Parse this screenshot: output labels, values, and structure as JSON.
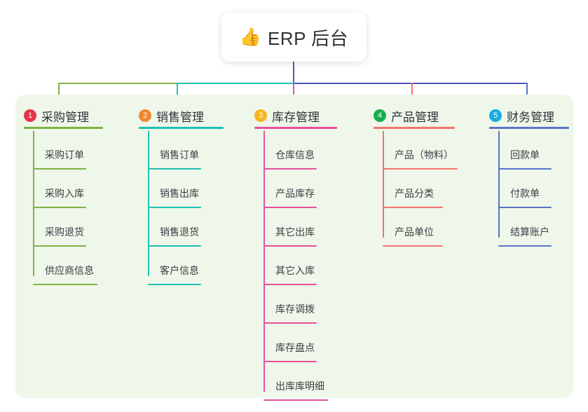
{
  "root": {
    "icon": "thumbs-up-icon",
    "emoji": "👍",
    "title": "ERP 后台"
  },
  "theme": {
    "page_background": "#ffffff",
    "panel_background": "#eef7e9",
    "card_background": "#ffffff",
    "title_color": "#303133",
    "item_text_color": "#3b3f45",
    "trunk_color": "#4f56c8"
  },
  "columns": [
    {
      "number": "1",
      "title": "采购管理",
      "badge_color": "#e8334a",
      "line_color": "#7cb342",
      "rule_width": 113,
      "rail_height": 207,
      "items": [
        {
          "label": "采购订单",
          "rule_width": 76
        },
        {
          "label": "采购入库",
          "rule_width": 76
        },
        {
          "label": "采购退货",
          "rule_width": 76
        },
        {
          "label": "供应商信息",
          "rule_width": 92
        }
      ]
    },
    {
      "number": "2",
      "title": "销售管理",
      "badge_color": "#f1862e",
      "line_color": "#1fc0b4",
      "rule_width": 121,
      "rail_height": 207,
      "items": [
        {
          "label": "销售订单",
          "rule_width": 76
        },
        {
          "label": "销售出库",
          "rule_width": 76
        },
        {
          "label": "销售退货",
          "rule_width": 76
        },
        {
          "label": "客户信息",
          "rule_width": 76
        }
      ]
    },
    {
      "number": "3",
      "title": "库存管理",
      "badge_color": "#f5b521",
      "line_color": "#e8509b",
      "rule_width": 118,
      "rail_height": 372,
      "items": [
        {
          "label": "仓库信息",
          "rule_width": 76
        },
        {
          "label": "产品库存",
          "rule_width": 76
        },
        {
          "label": "其它出库",
          "rule_width": 76
        },
        {
          "label": "其它入库",
          "rule_width": 76
        },
        {
          "label": "库存调拨",
          "rule_width": 76
        },
        {
          "label": "库存盘点",
          "rule_width": 76
        },
        {
          "label": "出库库明细",
          "rule_width": 92
        }
      ]
    },
    {
      "number": "4",
      "title": "产品管理",
      "badge_color": "#17ad4e",
      "line_color": "#f4736e",
      "rule_width": 116,
      "rail_height": 152,
      "items": [
        {
          "label": "产品（物料）",
          "rule_width": 107
        },
        {
          "label": "产品分类",
          "rule_width": 86
        },
        {
          "label": "产品单位",
          "rule_width": 86
        }
      ]
    },
    {
      "number": "5",
      "title": "财务管理",
      "badge_color": "#17aee0",
      "line_color": "#5a73c8",
      "rule_width": 114,
      "rail_height": 152,
      "items": [
        {
          "label": "回款单",
          "rule_width": 76
        },
        {
          "label": "付款单",
          "rule_width": 76
        },
        {
          "label": "结算账户",
          "rule_width": 76
        }
      ]
    }
  ]
}
